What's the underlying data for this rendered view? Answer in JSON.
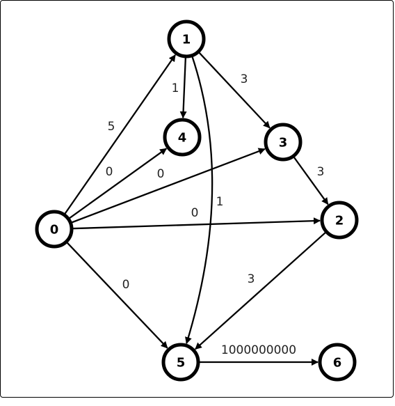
{
  "graph": {
    "nodes": [
      {
        "id": "0",
        "label": "0"
      },
      {
        "id": "1",
        "label": "1"
      },
      {
        "id": "2",
        "label": "2"
      },
      {
        "id": "3",
        "label": "3"
      },
      {
        "id": "4",
        "label": "4"
      },
      {
        "id": "5",
        "label": "5"
      },
      {
        "id": "6",
        "label": "6"
      }
    ],
    "edges": [
      {
        "from": "0",
        "to": "1",
        "weight": "5"
      },
      {
        "from": "0",
        "to": "4",
        "weight": "0"
      },
      {
        "from": "0",
        "to": "3",
        "weight": "0"
      },
      {
        "from": "0",
        "to": "2",
        "weight": "0"
      },
      {
        "from": "0",
        "to": "5",
        "weight": "0"
      },
      {
        "from": "1",
        "to": "4",
        "weight": "1"
      },
      {
        "from": "1",
        "to": "3",
        "weight": "3"
      },
      {
        "from": "1",
        "to": "5",
        "weight": "1"
      },
      {
        "from": "3",
        "to": "2",
        "weight": "3"
      },
      {
        "from": "2",
        "to": "5",
        "weight": "3"
      },
      {
        "from": "5",
        "to": "6",
        "weight": "1000000000"
      }
    ],
    "directed": true,
    "colors": {
      "stroke": "#000000",
      "fill": "#ffffff",
      "label": "#222222"
    }
  }
}
